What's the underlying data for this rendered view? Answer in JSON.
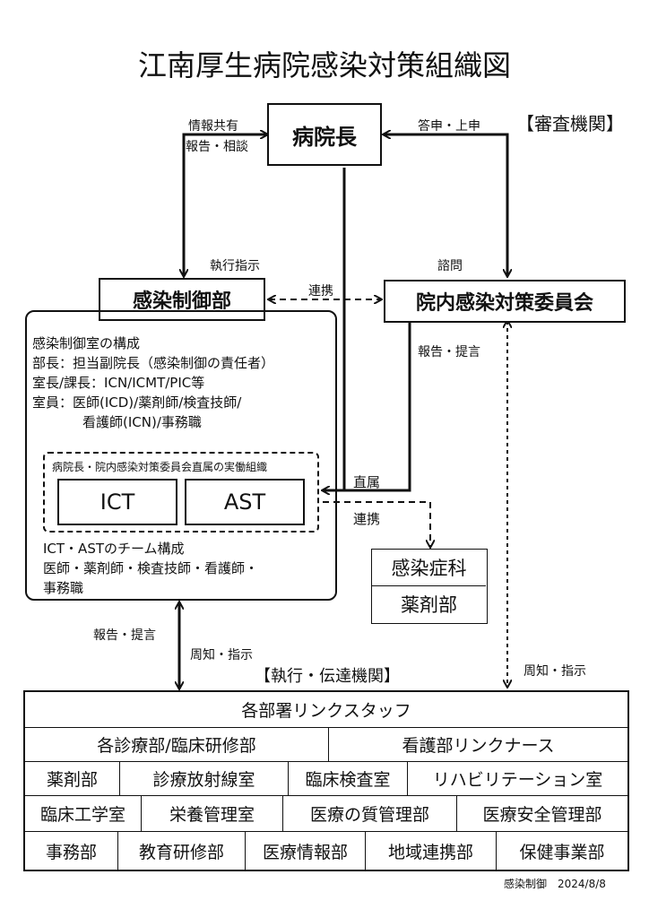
{
  "title": "江南厚生病院感染対策組織図",
  "deliberative_label": "【審査機関】",
  "executive_label": "【執行・伝達機関】",
  "director": "病院長",
  "icd_dept": "感染制御部",
  "committee": "院内感染対策委員会",
  "arrows": {
    "info_share": "情報共有",
    "report_consult": "報告・相談",
    "report_submit": "答申・上申",
    "exec_instruction": "執行指示",
    "consult": "諮問",
    "coop1": "連携",
    "report_propose1": "報告・提言",
    "direct": "直属",
    "coop2": "連携",
    "report_propose2": "報告・提言",
    "notify1": "周知・指示",
    "notify2": "周知・指示"
  },
  "icd_panel": {
    "lines": [
      "感染制御室の構成",
      "部長：担当副院長（感染制御の責任者）",
      "室長/課長：ICN/ICMT/PIC等",
      "室員：医師(ICD)/薬剤師/検査技師/",
      "看護師(ICN)/事務職"
    ],
    "sub_caption": "病院長・院内感染対策委員会直属の実働組織",
    "ict": "ICT",
    "ast": "AST",
    "team_lines": [
      "ICT・ASTのチーム構成",
      "医師・薬剤師・検査技師・看護師・",
      "事務職"
    ]
  },
  "side_boxes": [
    "感染症科",
    "薬剤部"
  ],
  "links": {
    "header": "各部署リンクスタッフ",
    "row1": [
      "各診療部/臨床研修部",
      "看護部リンクナース"
    ],
    "row2": [
      "薬剤部",
      "診療放射線室",
      "臨床検査室",
      "リハビリテーション室"
    ],
    "row3": [
      "臨床工学室",
      "栄養管理室",
      "医療の質管理部",
      "医療安全管理部"
    ],
    "row4": [
      "事務部",
      "教育研修部",
      "医療情報部",
      "地域連携部",
      "保健事業部"
    ]
  },
  "footer": "感染制御　2024/8/8"
}
